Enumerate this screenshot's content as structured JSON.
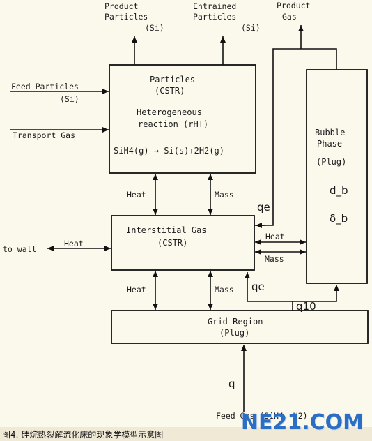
{
  "top_outputs": {
    "product_particles": [
      "Product",
      "Particles",
      "(Si)"
    ],
    "entrained_particles": [
      "Entrained",
      "Particles",
      "(Si)"
    ],
    "product_gas": [
      "Product",
      "Gas"
    ]
  },
  "inputs": {
    "feed_particles": [
      "Feed Particles",
      "(Si)"
    ],
    "transport_gas": "Transport Gas",
    "feed_gas": "Feed Gas  (SiH4, H2)"
  },
  "particles_box": {
    "title": "Particles",
    "type": "(CSTR)",
    "reaction_title": "Heterogeneous",
    "reaction_label": "reaction (rHT)",
    "equation": "SiH4(g) → Si(s)+2H2(g)"
  },
  "interstitial_box": {
    "title": "Interstitial Gas",
    "type": "(CSTR)"
  },
  "bubble_box": {
    "title": "Bubble",
    "subtitle": "Phase",
    "type": "(Plug)",
    "var1": "d_b",
    "var2": "δ_b"
  },
  "grid_box": {
    "title": "Grid Region",
    "type": "(Plug)"
  },
  "labels": {
    "heat": "Heat",
    "mass": "Mass",
    "to_wall": "to wall",
    "qe": "qe",
    "q10": "q10",
    "q": "q"
  },
  "caption": "图4. 硅烷热裂解流化床的现象学模型示意图",
  "logo": "NE21.COM",
  "colors": {
    "logo": "#2b6fc4",
    "logo_accent": "#e8b21a",
    "caption_bg": "#efe9d6"
  }
}
